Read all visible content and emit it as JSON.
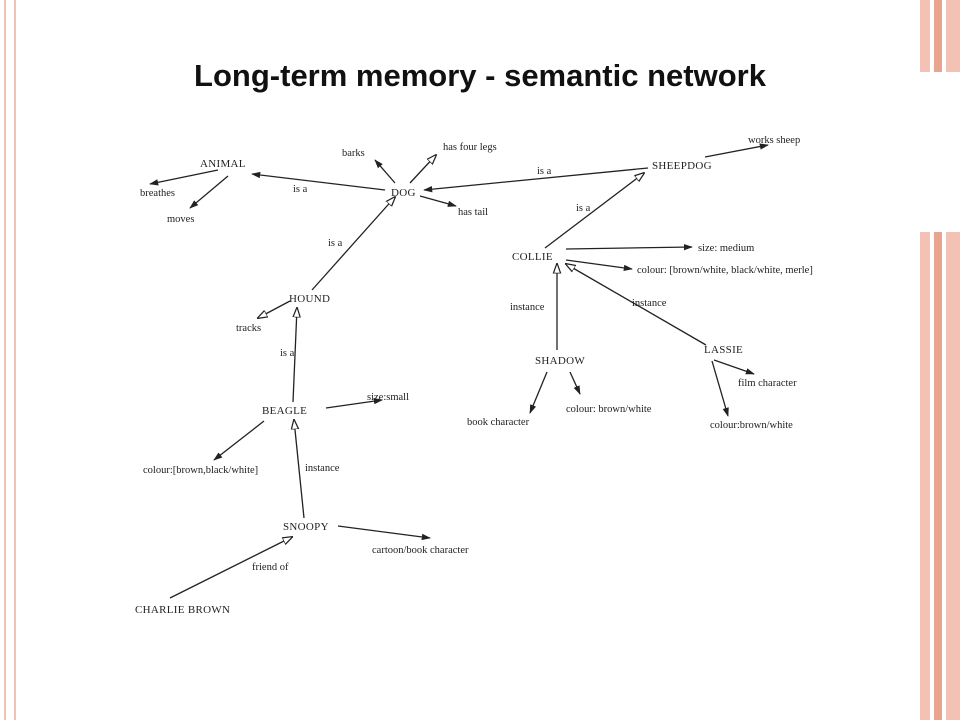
{
  "slide": {
    "title": "Long-term memory - semantic network",
    "colors": {
      "frame": "#f3c2b5",
      "frame_dark": "#e9a48f",
      "text": "#222222",
      "title": "#111111",
      "background": "#ffffff"
    }
  },
  "network": {
    "nodes": [
      {
        "id": "animal",
        "label": "ANIMAL"
      },
      {
        "id": "dog",
        "label": "DOG"
      },
      {
        "id": "sheepdog",
        "label": "SHEEPDOG"
      },
      {
        "id": "collie",
        "label": "COLLIE"
      },
      {
        "id": "hound",
        "label": "HOUND"
      },
      {
        "id": "beagle",
        "label": "BEAGLE"
      },
      {
        "id": "shadow",
        "label": "SHADOW"
      },
      {
        "id": "lassie",
        "label": "LASSIE"
      },
      {
        "id": "snoopy",
        "label": "SNOOPY"
      },
      {
        "id": "charlie",
        "label": "CHARLIE BROWN"
      }
    ],
    "properties": {
      "breathes": "breathes",
      "moves": "moves",
      "barks": "barks",
      "has_four_legs": "has four legs",
      "has_tail": "has tail",
      "works_sheep": "works sheep",
      "size_medium": "size: medium",
      "collie_colour": "colour: [brown/white, black/white, merle]",
      "tracks": "tracks",
      "size_small": "size:small",
      "beagle_colour": "colour:[brown,black/white]",
      "book_character": "book character",
      "shadow_colour": "colour: brown/white",
      "film_character": "film character",
      "lassie_colour": "colour:brown/white",
      "cartoon_book": "cartoon/book character"
    },
    "edge_labels": {
      "dog_animal": "is a",
      "sheepdog_dog": "is a",
      "collie_sheepdog": "is a",
      "hound_dog": "is a",
      "beagle_hound": "is a",
      "shadow_collie": "instance",
      "lassie_collie": "instance",
      "snoopy_beagle": "instance",
      "charlie_snoopy": "friend of"
    }
  }
}
